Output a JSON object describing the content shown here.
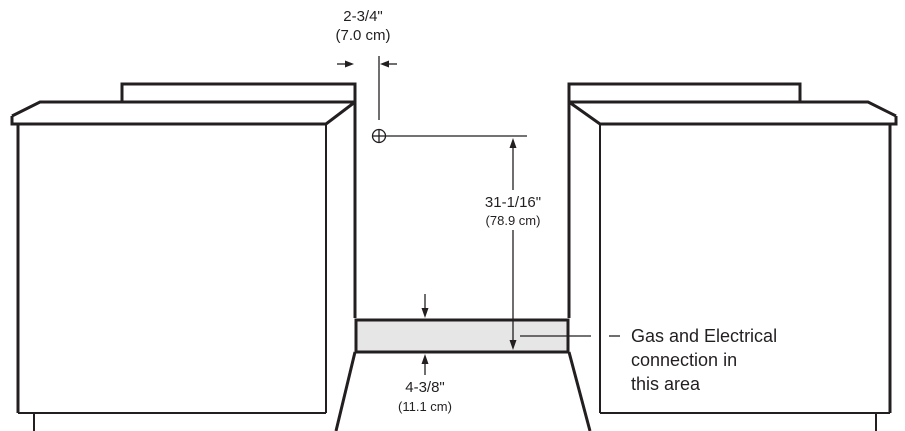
{
  "dimensions": {
    "side_gap": {
      "imperial": "2-3/4\"",
      "metric": "(7.0 cm)"
    },
    "connection_height": {
      "imperial": "31-1/16\"",
      "metric": "(78.9 cm)"
    },
    "area_height": {
      "imperial": "4-3/8\"",
      "metric": "(11.1 cm)"
    }
  },
  "callout": {
    "line1": "Gas and Electrical",
    "line2": "connection in",
    "line3": "this area"
  },
  "colors": {
    "ink": "#231f20",
    "connection_area_fill": "#e6e6e7"
  }
}
